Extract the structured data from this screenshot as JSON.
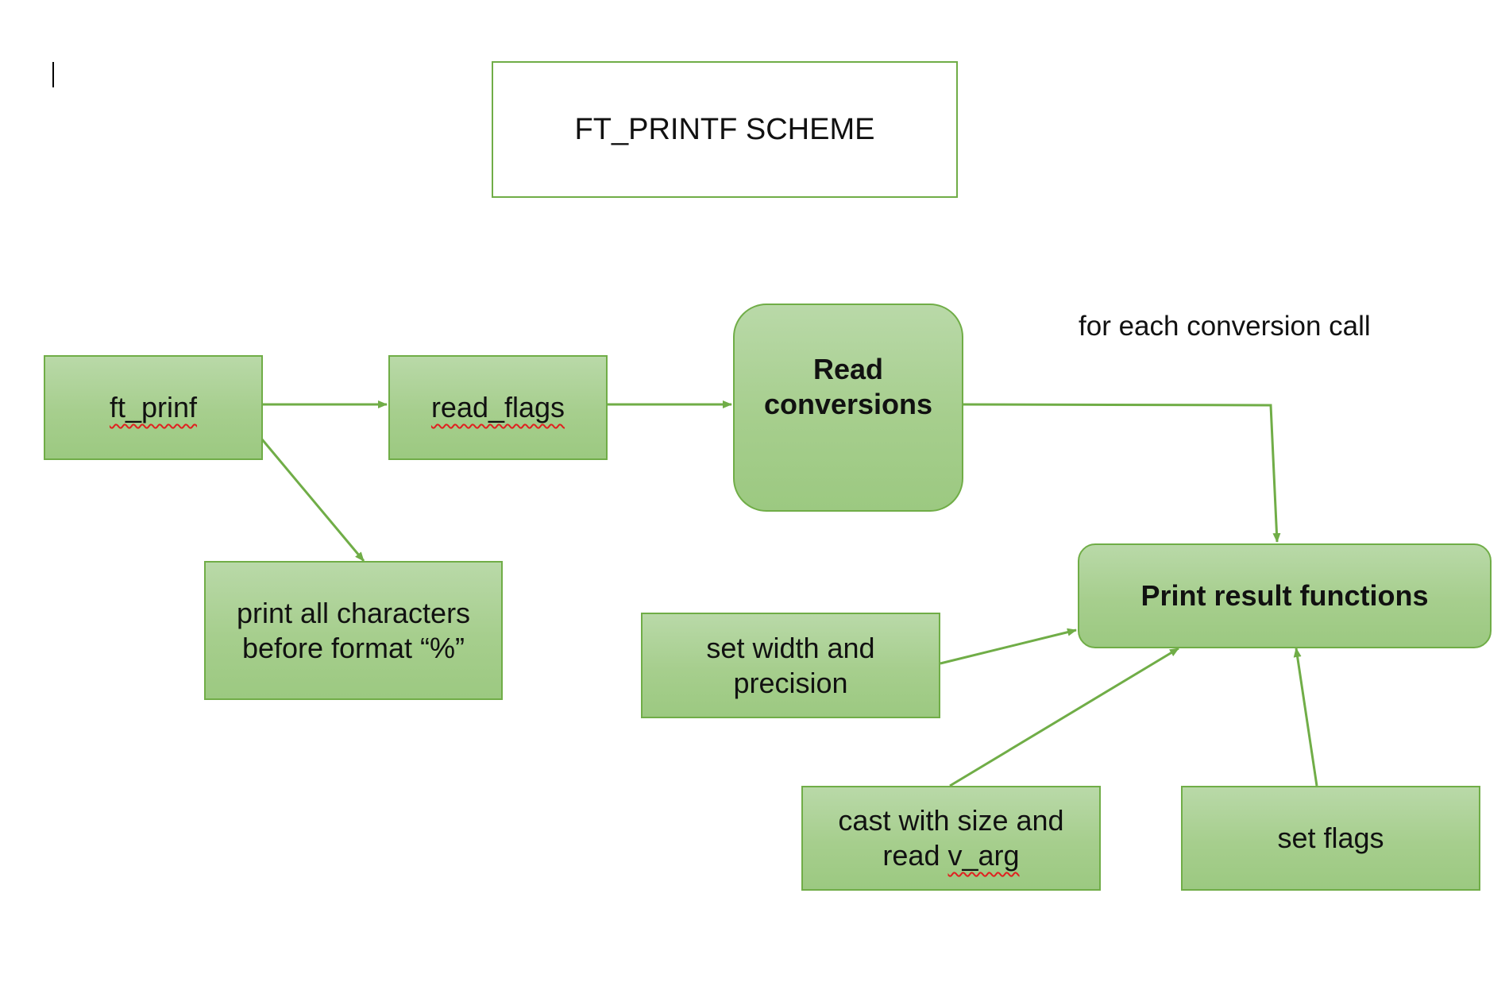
{
  "diagram": {
    "title": "FT_PRINTF SCHEME",
    "note": "for each conversion call",
    "nodes": {
      "ft_printf": "ft_prinf",
      "read_flags": "read_flags",
      "read_conversions_line1": "Read",
      "read_conversions_line2": "conversions",
      "print_before_line1": "print all characters",
      "print_before_line2": "before format “%”",
      "print_result": "Print result functions",
      "width_precision_line1": "set width and",
      "width_precision_line2": "precision",
      "cast_line1": "cast with size and",
      "cast_line2_prefix": "read ",
      "cast_line2_word": "v_arg",
      "set_flags": "set flags"
    },
    "colors": {
      "node_fill_top": "#B9D9A8",
      "node_fill_bottom": "#9CC981",
      "border": "#70AD47",
      "arrow": "#70AD47",
      "spellcheck_underline": "#E02020"
    }
  }
}
